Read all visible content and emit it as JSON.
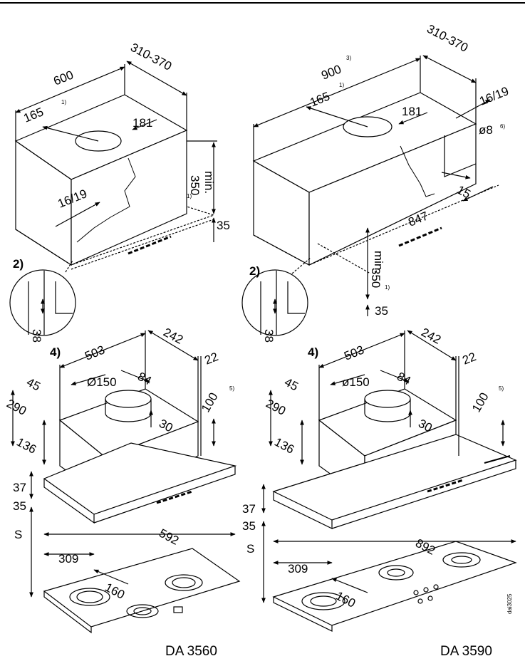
{
  "top_left": {
    "w": "600",
    "depth": "310-370",
    "offset": "165",
    "offset_note": "1)",
    "cut": "181",
    "wall": "16/19",
    "min": "min.",
    "min_val": "350",
    "min_note": "1)",
    "h35": "35",
    "detail_label": "2)",
    "detail_val": "38"
  },
  "top_right": {
    "w": "900",
    "w_note": "3)",
    "depth": "310-370",
    "offset": "165",
    "offset_note": "1)",
    "cut": "181",
    "wall": "16/19",
    "hole": "ø8",
    "hole_note": "6)",
    "d15": "15",
    "d847": "847",
    "min": "min.",
    "min_val": "350",
    "min_note": "1)",
    "h35": "35",
    "detail_label": "2)",
    "detail_val": "38"
  },
  "bottom_left": {
    "note4": "4)",
    "d503": "503",
    "d242": "242",
    "d22": "22",
    "d45": "45",
    "duct": "Ø150",
    "d84": "84",
    "d290": "290",
    "d30": "30",
    "d100": "100",
    "d100_note": "5)",
    "d136": "136",
    "d37": "37",
    "d35": "35",
    "s": "S",
    "width": "592",
    "d309": "309",
    "d160": "160",
    "model": "DA 3560"
  },
  "bottom_right": {
    "note4": "4)",
    "d503": "503",
    "d242": "242",
    "d22": "22",
    "d45": "45",
    "duct": "ø150",
    "d84": "84",
    "d290": "290",
    "d30": "30",
    "d100": "100",
    "d100_note": "5)",
    "d136": "136",
    "d37": "37",
    "d35": "35",
    "s": "S",
    "width": "892",
    "d309": "309",
    "d160": "160",
    "model": "DA 3590"
  },
  "drawing_id": "dai3025"
}
